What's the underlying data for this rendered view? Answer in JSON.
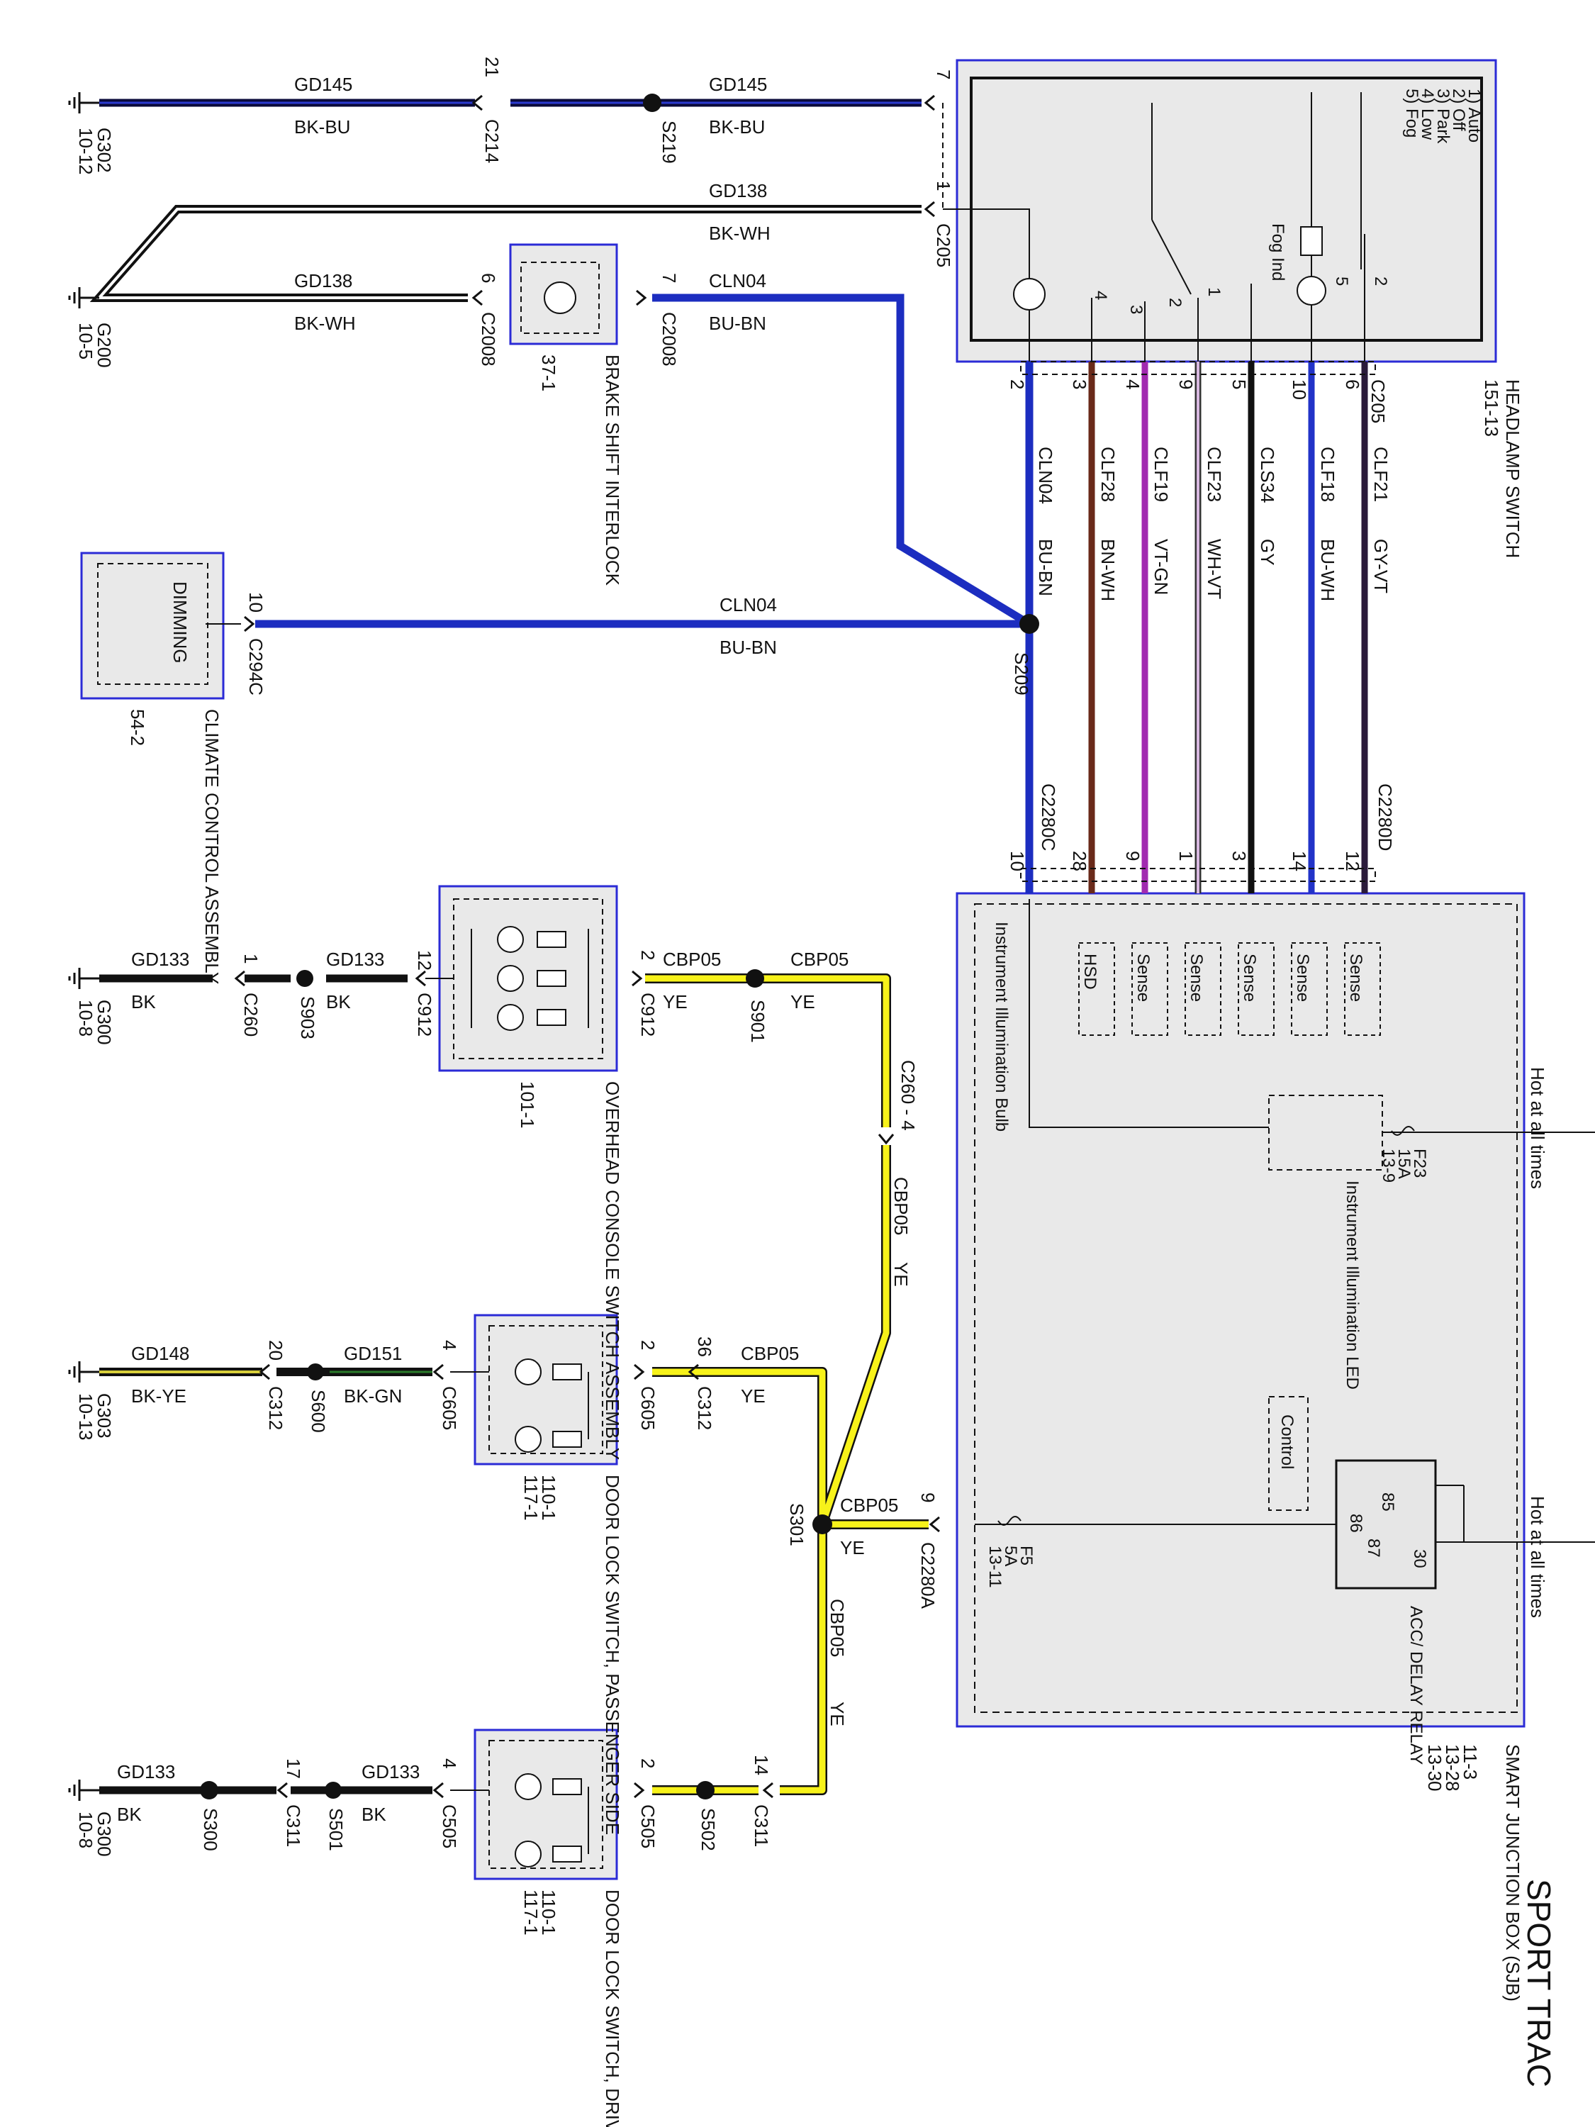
{
  "title": "SPORT TRAC",
  "hot_label": "Hot at all times",
  "headlamp_switch": {
    "name": "HEADLAMP SWITCH",
    "ref": "151-13",
    "positions": [
      "1) Auto",
      "2) Off",
      "3) Park",
      "4) Low",
      "5) Fog"
    ],
    "fog_ind": "Fog Ind"
  },
  "sjb": {
    "name": "SMART JUNCTION BOX (SJB)",
    "refs": [
      "11-3",
      "13-28",
      "13-30"
    ],
    "hsd": "HSD",
    "sense": "Sense",
    "inst_bulb": "Instrument Illumination Bulb",
    "inst_led": "Instrument Illumination LED",
    "control": "Control",
    "relay": "ACC/ DELAY RELAY",
    "relay_pins": [
      "85",
      "86",
      "87",
      "30"
    ],
    "fuse_f23": [
      "F23",
      "15A",
      "13-9"
    ],
    "fuse_f5": [
      "F5",
      "5A",
      "13-11"
    ]
  },
  "brake_interlock": {
    "name": "BRAKE SHIFT INTERLOCK",
    "ref": "37-1"
  },
  "climate": {
    "name": "CLIMATE CONTROL ASSEMBLY",
    "ref": "54-2",
    "inner": "DIMMING"
  },
  "overhead": {
    "name": "OVERHEAD CONSOLE SWITCH ASSEMBLY",
    "ref": "101-1"
  },
  "door_pass": {
    "name": "DOOR LOCK SWITCH, PASSENGER SIDE",
    "refs": [
      "110-1",
      "117-1"
    ]
  },
  "door_drv": {
    "name": "DOOR LOCK SWITCH, DRIVER SIDE",
    "refs": [
      "110-1",
      "117-1"
    ]
  },
  "grounds": {
    "g302": [
      "G302",
      "10-12"
    ],
    "g200": [
      "G200",
      "10-5"
    ],
    "g300a": [
      "G300",
      "10-8"
    ],
    "g303": [
      "G303",
      "10-13"
    ],
    "g300b": [
      "G300",
      "10-8"
    ]
  },
  "wires": {
    "gd145": {
      "circuit": "GD145",
      "color": "BK-BU"
    },
    "gd138": {
      "circuit": "GD138",
      "color": "BK-WH"
    },
    "cln04": {
      "circuit": "CLN04",
      "color": "BU-BN"
    },
    "gd133": {
      "circuit": "GD133",
      "color": "BK"
    },
    "gd148": {
      "circuit": "GD148",
      "color": "BK-YE"
    },
    "gd151": {
      "circuit": "GD151",
      "color": "BK-GN"
    },
    "cbp05": {
      "circuit": "CBP05",
      "color": "YE"
    },
    "vertical": [
      {
        "circuit": "CLN04",
        "color": "BU-BN",
        "pin_top": "2",
        "pin_bot": "10",
        "hex": "#1c2dc0"
      },
      {
        "circuit": "CLF28",
        "color": "BN-WH",
        "pin_top": "3",
        "pin_bot": "28",
        "hex": "#6a2a1a"
      },
      {
        "circuit": "CLF19",
        "color": "VT-GN",
        "pin_top": "4",
        "pin_bot": "9",
        "hex": "#a12ab0"
      },
      {
        "circuit": "CLF23",
        "color": "WH-VT",
        "pin_top": "9",
        "pin_bot": "1",
        "hex": "#d8b8e0"
      },
      {
        "circuit": "CLS34",
        "color": "GY",
        "pin_top": "5",
        "pin_bot": "3",
        "hex": "#111111"
      },
      {
        "circuit": "CLF18",
        "color": "BU-WH",
        "pin_top": "10",
        "pin_bot": "14",
        "hex": "#2233c8"
      },
      {
        "circuit": "CLF21",
        "color": "GY-VT",
        "pin_top": "6",
        "pin_bot": "12",
        "hex": "#2a1a3a"
      }
    ]
  },
  "connectors": {
    "c214": "C214",
    "c214_pin": "21",
    "s219": "S219",
    "c205": "C205",
    "c205_pin_gd145": "7",
    "c205_pin_gd138": "1",
    "c2008": "C2008",
    "c2008_pin_l": "6",
    "c2008_pin_r": "7",
    "c294c": "C294C",
    "c294c_pin": "10",
    "s209": "S209",
    "c2280c": "C2280C",
    "c2280d": "C2280D",
    "c260": "C260",
    "c260_pin": "1",
    "s903": "S903",
    "c912": "C912",
    "c912_pin_l": "12",
    "c912_pin_r": "2",
    "s901": "S901",
    "c260_4": "C260 - 4",
    "c312": "C312",
    "c312_pin_l": "20",
    "c312_pin_r": "36",
    "s600": "S600",
    "c605": "C605",
    "c605_pin_l": "4",
    "c605_pin_r": "2",
    "s301": "S301",
    "c2280a": "C2280A",
    "c2280a_pin": "9",
    "s300": "S300",
    "c311": "C311",
    "c311_pin_l": "17",
    "c311_pin_r": "14",
    "s501": "S501",
    "c505": "C505",
    "c505_pin_l": "4",
    "c505_pin_r": "2",
    "s502": "S502",
    "sw_pins": [
      "4",
      "3",
      "2",
      "1",
      "5",
      "2"
    ]
  }
}
